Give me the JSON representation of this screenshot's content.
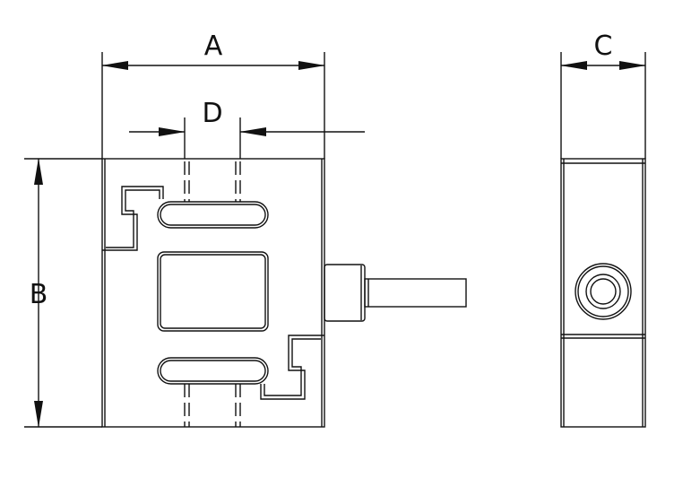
{
  "dimensions": {
    "a_label": "A",
    "b_label": "B",
    "c_label": "C",
    "d_label": "D"
  },
  "colors": {
    "line": "#111111",
    "background": "#ffffff"
  }
}
